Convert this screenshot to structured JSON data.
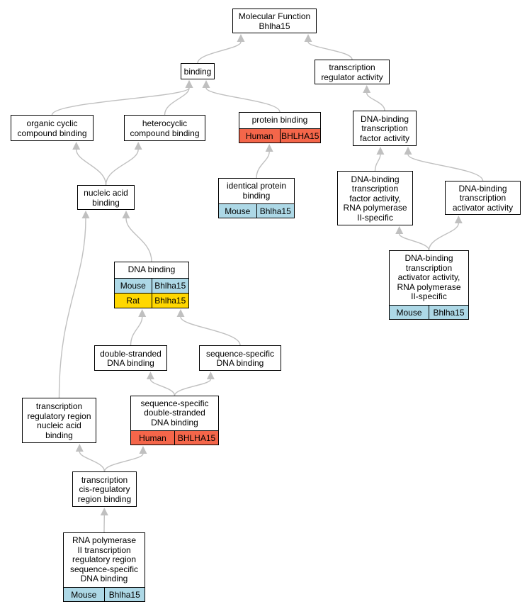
{
  "colors": {
    "edge": "#c0c0c0",
    "mouse": "#add8e6",
    "human": "#f4664a",
    "rat": "#ffd700"
  },
  "nodes": {
    "molecular_function": {
      "label": "Molecular Function\nBhlha15"
    },
    "binding": {
      "label": "binding"
    },
    "transcription_regulator_activity": {
      "label": "transcription\nregulator activity"
    },
    "organic_cyclic_compound_binding": {
      "label": "organic cyclic\ncompound binding"
    },
    "heterocyclic_compound_binding": {
      "label": "heterocyclic\ncompound binding"
    },
    "protein_binding": {
      "label": "protein binding",
      "annotations": [
        {
          "species": "Human",
          "gene": "BHLHA15"
        }
      ]
    },
    "dna_binding_tf_activity": {
      "label": "DNA-binding\ntranscription\nfactor activity"
    },
    "nucleic_acid_binding": {
      "label": "nucleic acid\nbinding"
    },
    "identical_protein_binding": {
      "label": "identical protein\nbinding",
      "annotations": [
        {
          "species": "Mouse",
          "gene": "Bhlha15"
        }
      ]
    },
    "dna_binding_tf_activity_rnap2": {
      "label": "DNA-binding\ntranscription\nfactor activity,\nRNA polymerase\nII-specific"
    },
    "dna_binding_tx_activator_activity": {
      "label": "DNA-binding\ntranscription\nactivator activity"
    },
    "dna_binding_tx_activator_activity_rnap2": {
      "label": "DNA-binding\ntranscription\nactivator activity,\nRNA polymerase\nII-specific",
      "annotations": [
        {
          "species": "Mouse",
          "gene": "Bhlha15"
        }
      ]
    },
    "dna_binding": {
      "label": "DNA binding",
      "annotations": [
        {
          "species": "Mouse",
          "gene": "Bhlha15"
        },
        {
          "species": "Rat",
          "gene": "Bhlha15"
        }
      ]
    },
    "double_stranded_dna_binding": {
      "label": "double-stranded\nDNA binding"
    },
    "sequence_specific_dna_binding": {
      "label": "sequence-specific\nDNA binding"
    },
    "transcription_regulatory_region_nucleic_acid_binding": {
      "label": "transcription\nregulatory region\nnucleic acid\nbinding"
    },
    "sequence_specific_ds_dna_binding": {
      "label": "sequence-specific\ndouble-stranded\nDNA binding",
      "annotations": [
        {
          "species": "Human",
          "gene": "BHLHA15"
        }
      ]
    },
    "transcription_cis_regulatory_region_binding": {
      "label": "transcription\ncis-regulatory\nregion binding"
    },
    "rnap2_tx_regulatory_region_seq_specific_dna_binding": {
      "label": "RNA polymerase\nII transcription\nregulatory region\nsequence-specific\nDNA binding",
      "annotations": [
        {
          "species": "Mouse",
          "gene": "Bhlha15"
        }
      ]
    }
  },
  "edges": [
    {
      "from": "binding",
      "to": "molecular_function"
    },
    {
      "from": "transcription_regulator_activity",
      "to": "molecular_function"
    },
    {
      "from": "organic_cyclic_compound_binding",
      "to": "binding"
    },
    {
      "from": "heterocyclic_compound_binding",
      "to": "binding"
    },
    {
      "from": "protein_binding",
      "to": "binding"
    },
    {
      "from": "dna_binding_tf_activity",
      "to": "transcription_regulator_activity"
    },
    {
      "from": "nucleic_acid_binding",
      "to": "organic_cyclic_compound_binding"
    },
    {
      "from": "nucleic_acid_binding",
      "to": "heterocyclic_compound_binding"
    },
    {
      "from": "identical_protein_binding",
      "to": "protein_binding"
    },
    {
      "from": "dna_binding_tf_activity_rnap2",
      "to": "dna_binding_tf_activity"
    },
    {
      "from": "dna_binding_tx_activator_activity",
      "to": "dna_binding_tf_activity"
    },
    {
      "from": "dna_binding_tx_activator_activity_rnap2",
      "to": "dna_binding_tf_activity_rnap2"
    },
    {
      "from": "dna_binding_tx_activator_activity_rnap2",
      "to": "dna_binding_tx_activator_activity"
    },
    {
      "from": "dna_binding",
      "to": "nucleic_acid_binding"
    },
    {
      "from": "double_stranded_dna_binding",
      "to": "dna_binding"
    },
    {
      "from": "sequence_specific_dna_binding",
      "to": "dna_binding"
    },
    {
      "from": "transcription_regulatory_region_nucleic_acid_binding",
      "to": "nucleic_acid_binding"
    },
    {
      "from": "sequence_specific_ds_dna_binding",
      "to": "double_stranded_dna_binding"
    },
    {
      "from": "sequence_specific_ds_dna_binding",
      "to": "sequence_specific_dna_binding"
    },
    {
      "from": "transcription_cis_regulatory_region_binding",
      "to": "transcription_regulatory_region_nucleic_acid_binding"
    },
    {
      "from": "transcription_cis_regulatory_region_binding",
      "to": "sequence_specific_ds_dna_binding"
    },
    {
      "from": "rnap2_tx_regulatory_region_seq_specific_dna_binding",
      "to": "transcription_cis_regulatory_region_binding"
    }
  ]
}
